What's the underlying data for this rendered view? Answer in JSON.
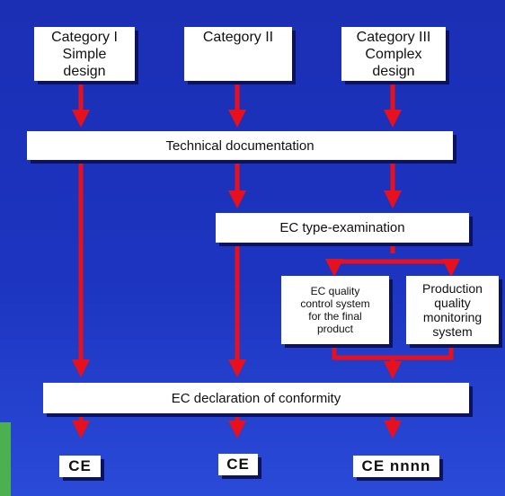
{
  "categories": [
    {
      "label": "Category I\nSimple\ndesign"
    },
    {
      "label": "Category II"
    },
    {
      "label": "Category III\nComplex\ndesign"
    }
  ],
  "technical_documentation": "Technical documentation",
  "ec_type_examination": "EC type-examination",
  "ec_quality_control": "EC quality\ncontrol system\nfor the final\nproduct",
  "production_quality": "Production\nquality\nmonitoring\nsystem",
  "ec_declaration": "EC declaration of conformity",
  "marks": [
    "CE",
    "CE",
    "CE nnnn"
  ],
  "colors": {
    "background": "#1c34c0",
    "arrow": "#e8101c",
    "box": "#ffffff",
    "accent": "#4caf50"
  }
}
